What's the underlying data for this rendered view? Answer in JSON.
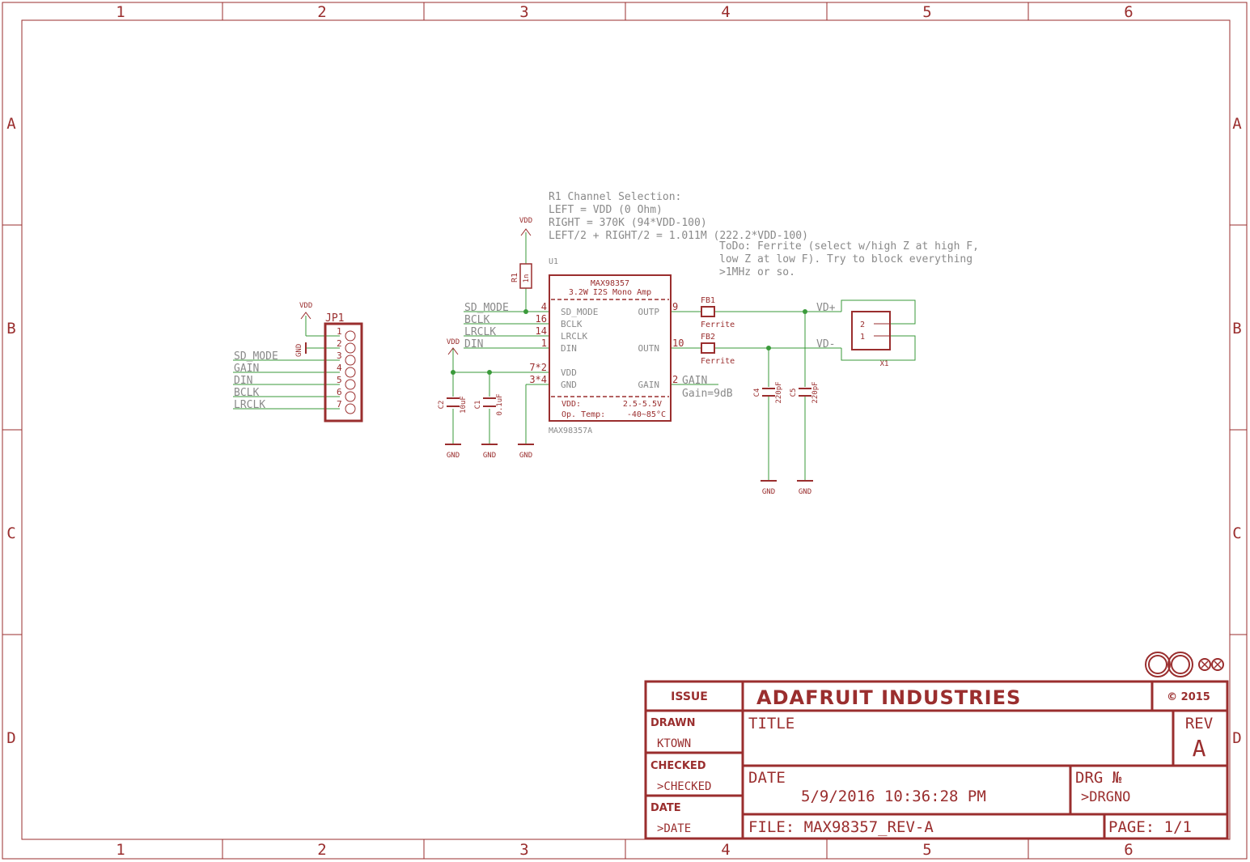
{
  "grid": {
    "columns": [
      "1",
      "2",
      "3",
      "4",
      "5",
      "6"
    ],
    "rows": [
      "A",
      "B",
      "C",
      "D"
    ]
  },
  "notes": {
    "r1_selection": [
      "R1 Channel Selection:",
      "LEFT = VDD (0 Ohm)",
      "RIGHT = 370K (94*VDD-100)",
      "LEFT/2 + RIGHT/2 = 1.011M (222.2*VDD-100)"
    ],
    "todo": [
      "ToDo: Ferrite (select w/high Z at high F,",
      "low Z at low F). Try to block everything",
      ">1MHz or so."
    ],
    "gain": "Gain=9dB"
  },
  "jp1": {
    "ref": "JP1",
    "vdd": "VDD",
    "gnd": "GND",
    "pins": [
      "1",
      "2",
      "3",
      "4",
      "5",
      "6",
      "7"
    ],
    "nets": [
      "SD_MODE",
      "GAIN",
      "DIN",
      "BCLK",
      "LRCLK"
    ]
  },
  "u1": {
    "ref": "U1",
    "part": "MAX98357",
    "desc": "3.2W I2S Mono Amp",
    "footer_left": [
      "VDD:",
      "Op. Temp:"
    ],
    "footer_right": [
      "2.5-5.5V",
      "-40~85°C"
    ],
    "value": "MAX98357A",
    "left_pins": [
      "SD_MODE",
      "BCLK",
      "LRCLK",
      "DIN",
      "VDD",
      "GND"
    ],
    "left_nums": [
      "4",
      "16",
      "14",
      "1",
      "7*2",
      "3*4"
    ],
    "right_pins": [
      "OUTP",
      "OUTN",
      "GAIN"
    ],
    "right_nums": [
      "9",
      "10",
      "2"
    ],
    "left_nets": [
      "SD_MODE",
      "BCLK",
      "LRCLK",
      "DIN"
    ],
    "gain_net": "GAIN"
  },
  "r1": {
    "ref": "R1",
    "value": "1n"
  },
  "c1": {
    "ref": "C1",
    "value": "0.1uF"
  },
  "c2": {
    "ref": "C2",
    "value": "10uF"
  },
  "c4": {
    "ref": "C4",
    "value": "220pF"
  },
  "c5": {
    "ref": "C5",
    "value": "220pF"
  },
  "fb1": {
    "ref": "FB1",
    "value": "Ferrite"
  },
  "fb2": {
    "ref": "FB2",
    "value": "Ferrite"
  },
  "x1": {
    "ref": "X1",
    "pins": [
      "2",
      "1"
    ],
    "nets": [
      "VD+",
      "VD-"
    ]
  },
  "supply": {
    "vdd": "VDD",
    "gnd": "GND"
  },
  "titleblock": {
    "company": "ADAFRUIT INDUSTRIES",
    "copyright": "© 2015",
    "issue": "ISSUE",
    "drawn_label": "DRAWN",
    "drawn_value": "KTOWN",
    "checked_label": "CHECKED",
    "checked_value": ">CHECKED",
    "date_label": "DATE",
    "date_value": ">DATE",
    "title_label": "TITLE",
    "rev_label": "REV",
    "rev_value": "A",
    "date2_label": "DATE",
    "date2_value": "5/9/2016 10:36:28 PM",
    "drg_label": "DRG №",
    "drg_value": ">DRGNO",
    "file": "FILE: MAX98357_REV-A",
    "page": "PAGE: 1/1"
  }
}
